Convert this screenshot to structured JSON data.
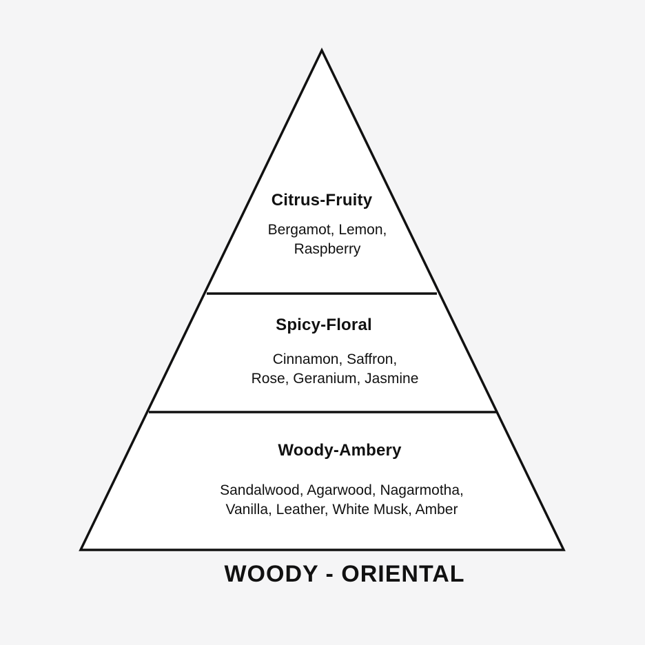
{
  "pyramid": {
    "tiers": [
      {
        "title": "Citrus-Fruity",
        "notes_line1": "Bergamot, Lemon,",
        "notes_line2": "Raspberry"
      },
      {
        "title": "Spicy-Floral",
        "notes_line1": "Cinnamon, Saffron,",
        "notes_line2": "Rose, Geranium, Jasmine"
      },
      {
        "title": "Woody-Ambery",
        "notes_line1": "Sandalwood, Agarwood, Nagarmotha,",
        "notes_line2": "Vanilla, Leather, White Musk, Amber"
      }
    ],
    "family": "WOODY - ORIENTAL"
  },
  "colors": {
    "background": "#f5f5f6",
    "pyramid_fill": "#ffffff",
    "line": "#111111",
    "text": "#111111"
  }
}
